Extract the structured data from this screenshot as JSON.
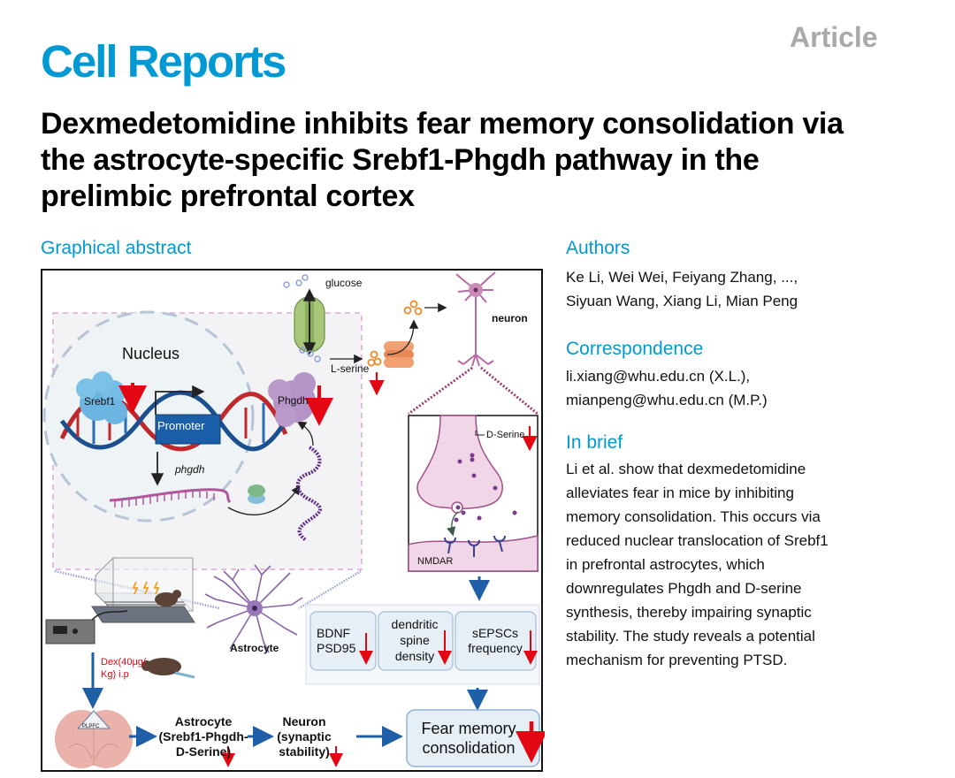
{
  "header": {
    "journal": "Cell Reports",
    "article_type": "Article"
  },
  "title": "Dexmedetomidine inhibits fear memory consolidation via the astrocyte-specific Srebf1-Phgdh pathway in the prelimbic prefrontal cortex",
  "graphical_abstract": {
    "label": "Graphical abstract",
    "labels": {
      "nucleus": "Nucleus",
      "srebf1": "Srebf1",
      "promoter": "Promoter",
      "phgdh_gene": "phgdh",
      "phgdh_protein": "Phgdh",
      "glucose": "glucose",
      "l_serine": "L-serine",
      "neuron": "neuron",
      "d_serine": "D-Serine",
      "nmdar": "NMDAR",
      "astrocyte": "Astrocyte",
      "dex_line1": "Dex(40μg/",
      "dex_line2": "Kg) i.p",
      "plpfc": "PLPFC",
      "bdnf_line1": "BDNF",
      "bdnf_line2": "PSD95",
      "spine_line1": "dendritic",
      "spine_line2": "spine",
      "spine_line3": "density",
      "sepsc_line1": "sEPSCs",
      "sepsc_line2": "frequency",
      "flow_astro_line1": "Astrocyte",
      "flow_astro_line2": "(Srebf1-Phgdh-",
      "flow_astro_line3": "D-Serine)",
      "flow_neuron_line1": "Neuron",
      "flow_neuron_line2": "(synaptic",
      "flow_neuron_line3": "stability)",
      "fear_line1": "Fear memory",
      "fear_line2": "consolidation"
    },
    "colors": {
      "down_arrow": "#e30613",
      "flow_arrow": "#1f5fa8",
      "accent": "#0099d4"
    }
  },
  "authors": {
    "label": "Authors",
    "line1": "Ke Li, Wei Wei, Feiyang Zhang, ...,",
    "line2": "Siyuan Wang, Xiang Li, Mian Peng"
  },
  "correspondence": {
    "label": "Correspondence",
    "line1": "li.xiang@whu.edu.cn (X.L.),",
    "line2": "mianpeng@whu.edu.cn (M.P.)"
  },
  "in_brief": {
    "label": "In brief",
    "lines": [
      "Li et al. show that dexmedetomidine",
      "alleviates fear in mice by inhibiting",
      "memory consolidation. This occurs via",
      "reduced nuclear translocation of Srebf1",
      "in prefrontal astrocytes, which",
      "downregulates Phgdh and D-serine",
      "synthesis, thereby impairing synaptic",
      "stability. The study reveals a potential",
      "mechanism for preventing PTSD."
    ]
  }
}
